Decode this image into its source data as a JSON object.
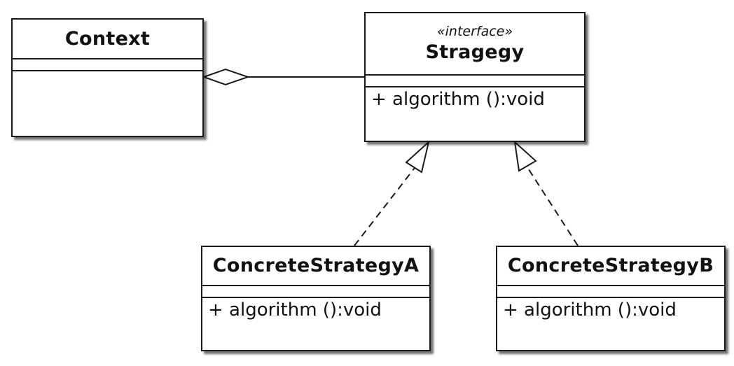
{
  "diagram": {
    "classes": {
      "context": {
        "name": "Context"
      },
      "strategy": {
        "stereotype": "«interface»",
        "name": "Stragegy",
        "operations": [
          "+ algorithm ():void"
        ]
      },
      "concrete_a": {
        "name": "ConcreteStrategyA",
        "operations": [
          "+ algorithm ():void"
        ]
      },
      "concrete_b": {
        "name": "ConcreteStrategyB",
        "operations": [
          "+ algorithm ():void"
        ]
      }
    },
    "relations": [
      {
        "type": "aggregation",
        "from": "context",
        "to": "strategy"
      },
      {
        "type": "realization",
        "from": "concrete_a",
        "to": "strategy"
      },
      {
        "type": "realization",
        "from": "concrete_b",
        "to": "strategy"
      }
    ]
  }
}
